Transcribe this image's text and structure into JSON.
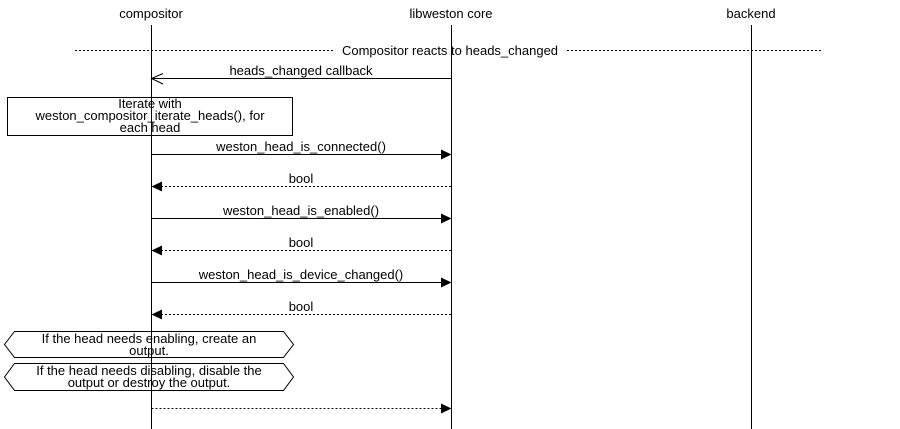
{
  "participants": [
    {
      "label": "compositor"
    },
    {
      "label": "libweston core"
    },
    {
      "label": "backend"
    }
  ],
  "divider": {
    "label": "Compositor reacts to heads_changed"
  },
  "messages": [
    {
      "label": "heads_changed callback",
      "from": "libweston core",
      "to": "compositor",
      "line": "solid",
      "arrowhead": "open"
    },
    {
      "label": "weston_head_is_connected()",
      "from": "compositor",
      "to": "libweston core",
      "line": "solid",
      "arrowhead": "filled"
    },
    {
      "label": "bool",
      "from": "libweston core",
      "to": "compositor",
      "line": "dotted",
      "arrowhead": "filled"
    },
    {
      "label": "weston_head_is_enabled()",
      "from": "compositor",
      "to": "libweston core",
      "line": "solid",
      "arrowhead": "filled"
    },
    {
      "label": "bool",
      "from": "libweston core",
      "to": "compositor",
      "line": "dotted",
      "arrowhead": "filled"
    },
    {
      "label": "weston_head_is_device_changed()",
      "from": "compositor",
      "to": "libweston core",
      "line": "solid",
      "arrowhead": "filled"
    },
    {
      "label": "bool",
      "from": "libweston core",
      "to": "compositor",
      "line": "dotted",
      "arrowhead": "filled"
    },
    {
      "label": "",
      "from": "compositor",
      "to": "libweston core",
      "line": "dotted",
      "arrowhead": "filled"
    }
  ],
  "notes": [
    {
      "shape": "box",
      "lines": [
        "Iterate with",
        "weston_compositor_iterate_heads(), for",
        "each head"
      ]
    },
    {
      "shape": "hexagon",
      "lines": [
        "If the head needs enabling, create an",
        "output."
      ]
    },
    {
      "shape": "hexagon",
      "lines": [
        "If the head needs disabling, disable the",
        "output or destroy the output."
      ]
    }
  ],
  "colors": {
    "line": "#000000",
    "background": "#ffffff"
  }
}
